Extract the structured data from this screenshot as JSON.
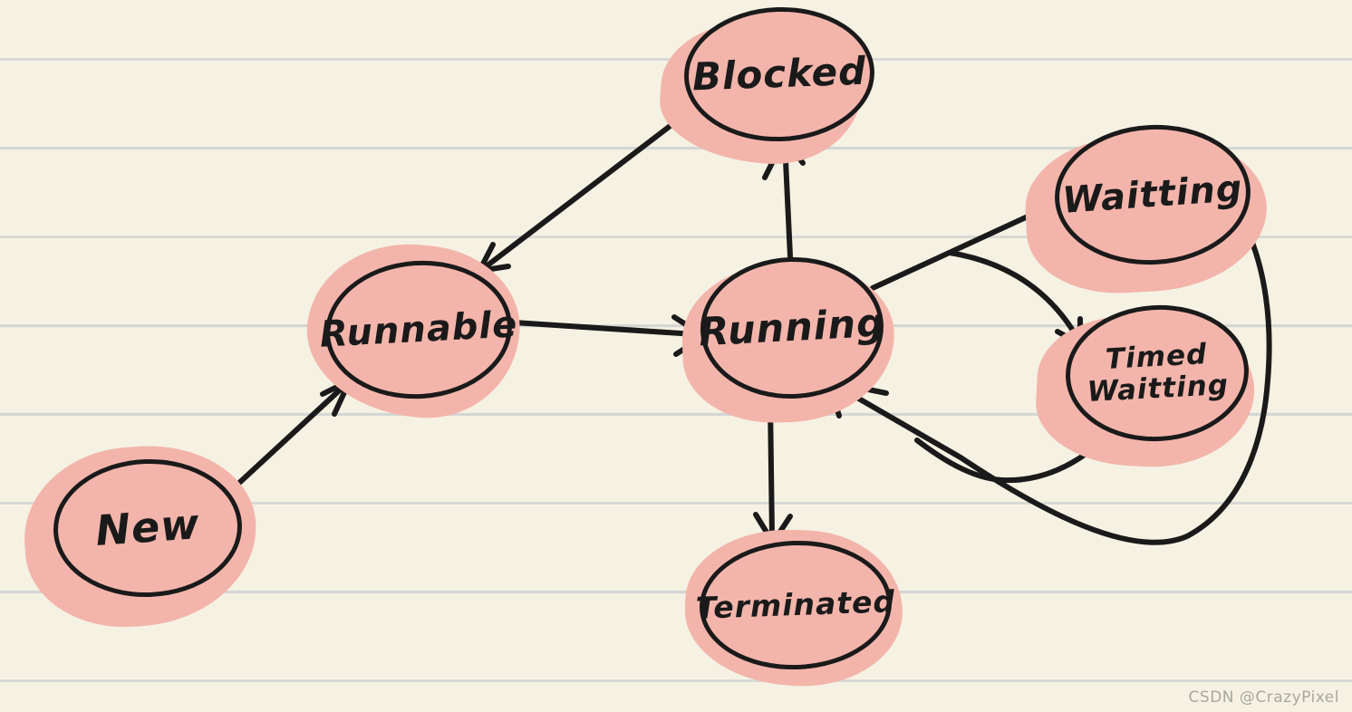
{
  "colors": {
    "bg": "#f6f2e3",
    "ink": "#1a1a1a",
    "pink": "#f3b5ab",
    "rule": "#d4d7d3",
    "watermark": "#a9a89d"
  },
  "watermark": {
    "text": "CSDN @CrazyPixel"
  },
  "diagram": {
    "style": "hand-drawn thread state diagram on ruled notebook paper",
    "nodes": [
      {
        "id": "blocked",
        "label": "Blocked"
      },
      {
        "id": "waitting",
        "label": "Waitting"
      },
      {
        "id": "runnable",
        "label": "Runnable"
      },
      {
        "id": "running",
        "label": "Running"
      },
      {
        "id": "timed-waitting",
        "label": "Timed\nWaitting"
      },
      {
        "id": "new",
        "label": "New"
      },
      {
        "id": "terminated",
        "label": "Terminated"
      }
    ],
    "edges": [
      {
        "from": "new",
        "to": "runnable"
      },
      {
        "from": "runnable",
        "to": "running"
      },
      {
        "from": "running",
        "to": "blocked"
      },
      {
        "from": "blocked",
        "to": "runnable"
      },
      {
        "from": "running",
        "to": "waitting"
      },
      {
        "from": "running",
        "to": "timed-waitting"
      },
      {
        "from": "running",
        "to": "terminated"
      },
      {
        "from": "waitting",
        "to": "running"
      },
      {
        "from": "timed-waitting",
        "to": "running"
      }
    ]
  }
}
